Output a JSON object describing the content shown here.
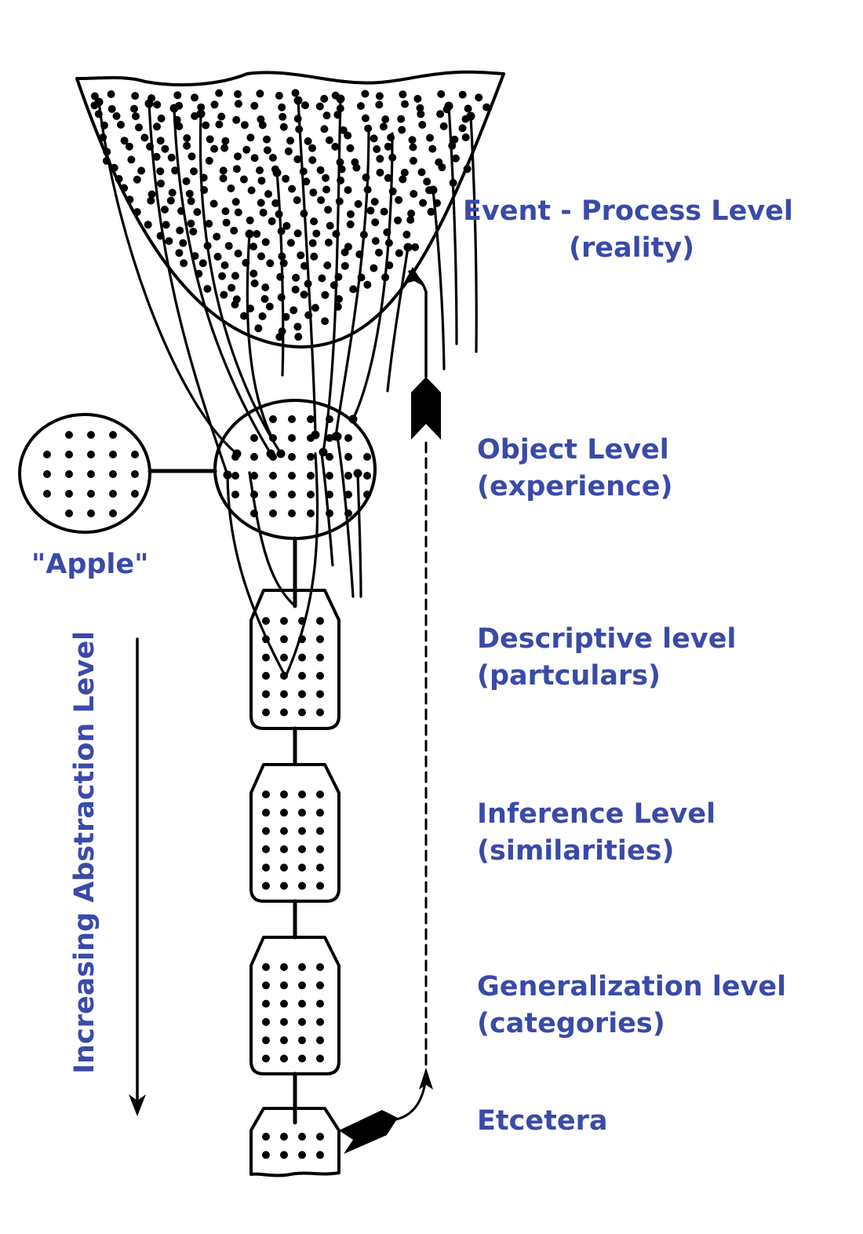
{
  "levels": [
    {
      "title": "Event - Process Level",
      "subtitle": "(reality)"
    },
    {
      "title": "Object Level",
      "subtitle": "(experience)"
    },
    {
      "title": "Descriptive level",
      "subtitle": "(partculars)"
    },
    {
      "title": "Inference Level",
      "subtitle": "(similarities)"
    },
    {
      "title": "Generalization level",
      "subtitle": "(categories)"
    },
    {
      "title": "Etcetera",
      "subtitle": ""
    }
  ],
  "label_word": "\"Apple\"",
  "axis_label": "Increasing Abstraction Level",
  "colors": {
    "text": "#3a4aa8",
    "ink": "#000000",
    "background": "#ffffff"
  }
}
